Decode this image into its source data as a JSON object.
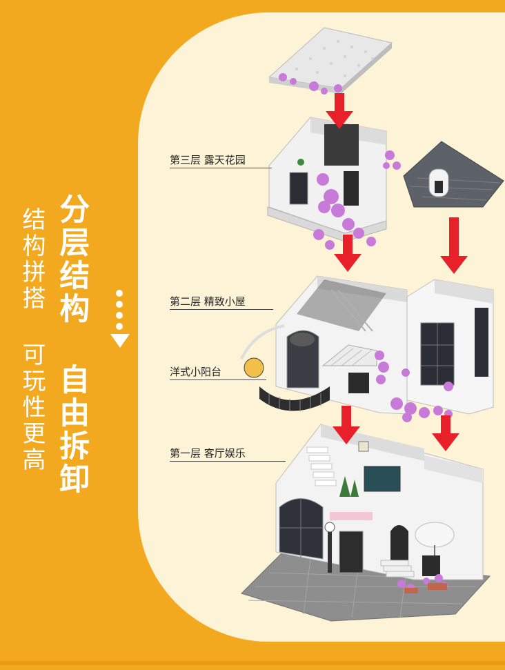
{
  "titles": {
    "main": "分层结构 自由拆卸",
    "sub": "结构拼搭 可玩性更高"
  },
  "labels": {
    "floor3": "第三层 露天花园",
    "floor2": "第二层 精致小屋",
    "balcony": "洋式小阳台",
    "floor1": "第一层 客厅娱乐"
  },
  "colors": {
    "background": "#f2a91f",
    "panel": "#fdf3d6",
    "arrow": "#e8202a",
    "brick_white": "#eeeeee",
    "brick_grey": "#8a8a8a",
    "roof_dark": "#555a60",
    "flower": "#c77ad8"
  },
  "icons": [
    "down-arrow-icon",
    "dots-icon"
  ]
}
